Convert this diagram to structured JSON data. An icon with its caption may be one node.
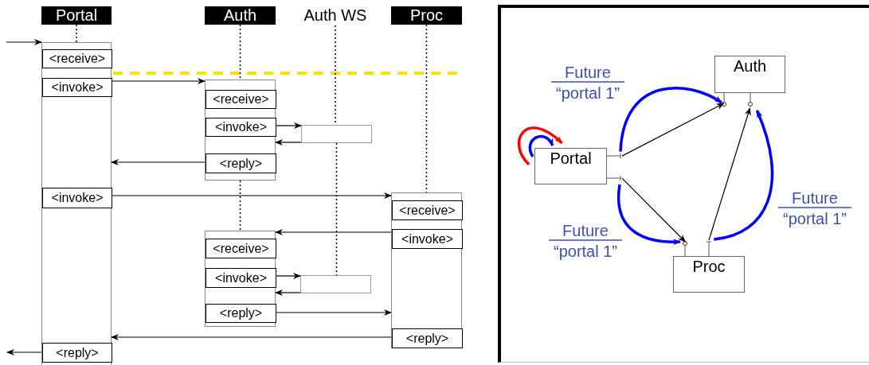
{
  "diagram": {
    "nodes": [
      {
        "text": [
          "Portal"
        ]
      },
      {
        "text": [
          "Auth"
        ]
      },
      {
        "text": [
          "Auth WS"
        ]
      },
      {
        "text": [
          "Proc"
        ]
      },
      {
        "text": [],
        "shape": "bar"
      },
      {
        "text": [
          "<receive>"
        ],
        "in": 4
      },
      {
        "text": [
          "<invoke>"
        ],
        "in": 4
      },
      {
        "text": [
          "<invoke>"
        ],
        "in": 4
      },
      {
        "text": [
          "<reply>"
        ],
        "in": 4
      },
      {
        "text": [],
        "shape": "bar"
      },
      {
        "text": [
          "<receive>"
        ],
        "in": 9
      },
      {
        "text": [
          "<invoke>"
        ],
        "in": 9
      },
      {
        "text": [
          "<reply>"
        ],
        "in": 9
      },
      {
        "text": [],
        "shape": "box"
      },
      {
        "text": [],
        "shape": "bar"
      },
      {
        "text": [
          "<receive>"
        ],
        "in": 14
      },
      {
        "text": [
          "<invoke>"
        ],
        "in": 14
      },
      {
        "text": [
          "<reply>"
        ],
        "in": 14
      },
      {
        "text": [],
        "shape": "bar"
      },
      {
        "text": [
          "<receive>"
        ],
        "in": 18
      },
      {
        "text": [
          "<invoke>"
        ],
        "in": 18
      },
      {
        "text": [
          "<reply>"
        ],
        "in": 18
      },
      {
        "text": [],
        "shape": "box"
      },
      {
        "text": [
          "Auth"
        ]
      },
      {
        "text": [
          "Portal"
        ]
      },
      {
        "text": [
          "Proc"
        ]
      }
    ],
    "edges": [
      {
        "from": null,
        "to": 4,
        "arrow": "to"
      },
      {
        "from": 6,
        "to": 9,
        "arrow": "to"
      },
      {
        "from": 11,
        "to": 13,
        "arrow": "to"
      },
      {
        "from": 13,
        "to": 9,
        "arrow": "to"
      },
      {
        "from": 12,
        "to": 4,
        "arrow": "to"
      },
      {
        "from": 7,
        "to": 14,
        "arrow": "to"
      },
      {
        "from": 16,
        "to": 18,
        "arrow": "to"
      },
      {
        "from": 20,
        "to": 22,
        "arrow": "to"
      },
      {
        "from": 22,
        "to": 18,
        "arrow": "to"
      },
      {
        "from": 21,
        "to": 14,
        "arrow": "to"
      },
      {
        "from": 17,
        "to": 4,
        "arrow": "to"
      },
      {
        "from": 8,
        "to": null,
        "arrow": "to"
      },
      {
        "from": 0,
        "to": 4,
        "arrow": "none",
        "style": "dashed"
      },
      {
        "from": 1,
        "to": 9,
        "arrow": "none",
        "style": "dashed"
      },
      {
        "from": 9,
        "to": 18,
        "arrow": "none",
        "style": "dashed"
      },
      {
        "from": 2,
        "to": 13,
        "arrow": "none",
        "style": "dashed"
      },
      {
        "from": 13,
        "to": 22,
        "arrow": "none",
        "style": "dashed"
      },
      {
        "from": 3,
        "to": 14,
        "arrow": "none",
        "style": "dashed"
      },
      {
        "from": 24,
        "to": 23,
        "arrow": "to"
      },
      {
        "from": 24,
        "to": 25,
        "arrow": "to"
      },
      {
        "from": 25,
        "to": 23,
        "arrow": "to"
      },
      {
        "from": 24,
        "to": 23,
        "arrow": "to",
        "label": "Future “portal 1”",
        "style": "thick",
        "color": "#0000ff"
      },
      {
        "from": 24,
        "to": 25,
        "arrow": "to",
        "label": "Future “portal 1”",
        "style": "thick",
        "color": "#0000ff"
      },
      {
        "from": 25,
        "to": 23,
        "arrow": "to",
        "label": "Future “portal 1”",
        "style": "thick",
        "color": "#0000ff"
      },
      {
        "from": 24,
        "to": 24,
        "arrow": "to",
        "style": "thick",
        "color": "#ff0000"
      },
      {
        "from": 24,
        "to": 24,
        "arrow": "to",
        "style": "thick",
        "color": "#0000ff"
      }
    ]
  }
}
